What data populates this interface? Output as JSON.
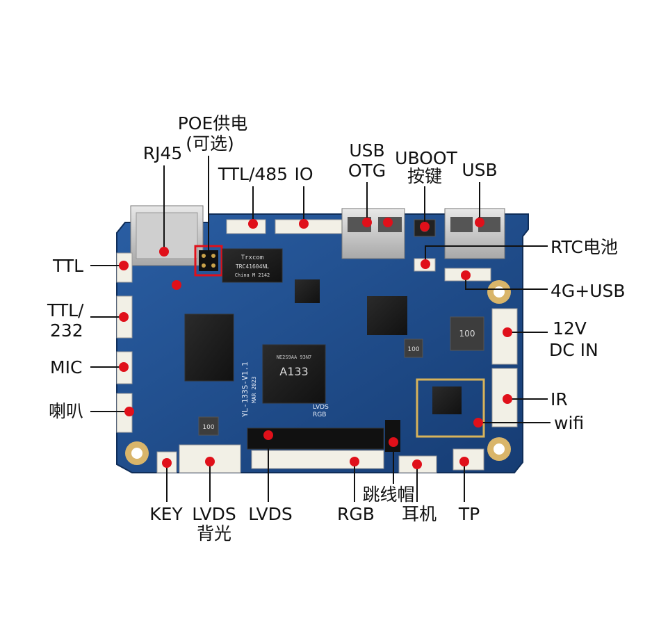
{
  "diagram": {
    "board": {
      "silkscreen": {
        "model": "YL-133S-V1.1",
        "date": "MAR 2023",
        "lvds_rgb": "LVDS\nRGB",
        "cpu": "A133",
        "cpu_sub": "NE2S9AA 93N7",
        "eth_brand": "Trxcom",
        "eth_part": "TRC41604NL",
        "eth_origin": "China M 2142",
        "inductor": "100",
        "inductor2": "100",
        "inductor3": "100"
      }
    },
    "labels": {
      "poe": "POE供电",
      "poe_sub": "(可选)",
      "rj45": "RJ45",
      "ttl485": "TTL/485",
      "io": "IO",
      "usb_otg_1": "USB",
      "usb_otg_2": "OTG",
      "uboot_1": "UBOOT",
      "uboot_2": "按键",
      "usb": "USB",
      "rtc": "RTC电池",
      "g4usb": "4G+USB",
      "dc_1": "12V",
      "dc_2": "DC IN",
      "ir": "IR",
      "wifi": "wifi",
      "ttl": "TTL",
      "ttl232_1": "TTL/",
      "ttl232_2": "232",
      "mic": "MIC",
      "speaker": "喇叭",
      "key": "KEY",
      "lvds_bl_1": "LVDS",
      "lvds_bl_2": "背光",
      "lvds": "LVDS",
      "jumper": "跳线帽",
      "rgb": "RGB",
      "earphone": "耳机",
      "tp": "TP"
    },
    "colors": {
      "board": "#1f4f8f",
      "board_dark": "#173d72",
      "marker": "#e0101a",
      "line": "#111111",
      "highlight_box": "#e0101a"
    }
  }
}
